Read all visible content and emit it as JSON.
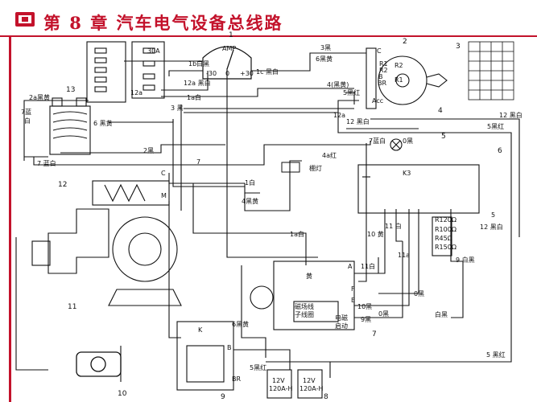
{
  "header": {
    "title": "第 8 章   汽车电气设备总线路",
    "accent_color": "#c3122b",
    "icon": "book-chapter-icon"
  },
  "diagram": {
    "component_numbers": [
      {
        "id": "n1",
        "text": "1"
      },
      {
        "id": "n2",
        "text": "2"
      },
      {
        "id": "n3",
        "text": "3"
      },
      {
        "id": "n4",
        "text": "4"
      },
      {
        "id": "n5",
        "text": "5"
      },
      {
        "id": "n6",
        "text": "6"
      },
      {
        "id": "n7",
        "text": "7"
      },
      {
        "id": "n8",
        "text": "8"
      },
      {
        "id": "n9",
        "text": "9"
      },
      {
        "id": "n10",
        "text": "10"
      },
      {
        "id": "n11",
        "text": "11"
      },
      {
        "id": "n12",
        "text": "12"
      },
      {
        "id": "n13",
        "text": "13"
      }
    ],
    "labels": [
      {
        "id": "amp",
        "text": "AMP"
      },
      {
        "id": "m30",
        "text": "-30"
      },
      {
        "id": "zero",
        "text": "0"
      },
      {
        "id": "p30",
        "text": "+30"
      },
      {
        "id": "w1b",
        "text": "1b白黑"
      },
      {
        "id": "w1c",
        "text": "1c 黑白"
      },
      {
        "id": "w3b",
        "text": "3黑"
      },
      {
        "id": "w6by",
        "text": "6黑黄"
      },
      {
        "id": "w4by",
        "text": "4(黑黄)"
      },
      {
        "id": "w5br",
        "text": "5黑红"
      },
      {
        "id": "w12a",
        "text": "12a 黑白"
      },
      {
        "id": "w12a2",
        "text": "12a"
      },
      {
        "id": "w1a",
        "text": "1a白"
      },
      {
        "id": "w3b2",
        "text": "3 黑"
      },
      {
        "id": "w2ab",
        "text": "2a黑黄"
      },
      {
        "id": "w7lb",
        "text": "7蓝"
      },
      {
        "id": "wbai",
        "text": "白"
      },
      {
        "id": "w6by2",
        "text": "6 黑黄"
      },
      {
        "id": "w7lb2",
        "text": "7 蓝白"
      },
      {
        "id": "w2b",
        "text": "2黑"
      },
      {
        "id": "w7",
        "text": "7"
      },
      {
        "id": "w12bw",
        "text": "12 黑白"
      },
      {
        "id": "w12bw2",
        "text": "12 黑白"
      },
      {
        "id": "w5br2",
        "text": "5黑红"
      },
      {
        "id": "w7lw",
        "text": "7蓝白"
      },
      {
        "id": "w0b",
        "text": "0黑"
      },
      {
        "id": "w4ar",
        "text": "4a红"
      },
      {
        "id": "shed",
        "text": "棚灯"
      },
      {
        "id": "w1w",
        "text": "1白"
      },
      {
        "id": "w4by2",
        "text": "4黑黄"
      },
      {
        "id": "w1aw",
        "text": "1a白"
      },
      {
        "id": "k3",
        "text": "K3"
      },
      {
        "id": "w10y",
        "text": "10 黄"
      },
      {
        "id": "w11w",
        "text": "11 白"
      },
      {
        "id": "w11w2",
        "text": "11白"
      },
      {
        "id": "w11a",
        "text": "11a"
      },
      {
        "id": "w0b2",
        "text": "0黑"
      },
      {
        "id": "w9wb",
        "text": "9 白黑"
      },
      {
        "id": "w12bw3",
        "text": "12 黑白"
      },
      {
        "id": "w5",
        "text": "5"
      },
      {
        "id": "huang",
        "text": "黄"
      },
      {
        "id": "lci1",
        "text": "磁场线"
      },
      {
        "id": "lci2",
        "text": "子线圈"
      },
      {
        "id": "w10b",
        "text": "10黑"
      },
      {
        "id": "w9b",
        "text": "9黑"
      },
      {
        "id": "w0b3",
        "text": "0黑"
      },
      {
        "id": "baihei",
        "text": "白黑"
      },
      {
        "id": "w5br3",
        "text": "5黑红"
      },
      {
        "id": "w5br4",
        "text": "5 黑红"
      },
      {
        "id": "w6by3",
        "text": "6黑黄"
      },
      {
        "id": "bat1",
        "text": "12V"
      },
      {
        "id": "bat1b",
        "text": "120A-H"
      },
      {
        "id": "bat2",
        "text": "12V"
      },
      {
        "id": "bat2b",
        "text": "120A-H"
      },
      {
        "id": "tA",
        "text": "A"
      },
      {
        "id": "tF",
        "text": "F"
      },
      {
        "id": "tE",
        "text": "E"
      },
      {
        "id": "tB",
        "text": "B"
      },
      {
        "id": "tK",
        "text": "K"
      },
      {
        "id": "tBR",
        "text": "BR"
      },
      {
        "id": "tC",
        "text": "C"
      },
      {
        "id": "tM",
        "text": "M"
      },
      {
        "id": "tC2",
        "text": "C"
      },
      {
        "id": "tR1",
        "text": "R1"
      },
      {
        "id": "tR2",
        "text": "R2"
      },
      {
        "id": "tB2",
        "text": "B"
      },
      {
        "id": "tBR2",
        "text": "BR"
      },
      {
        "id": "tAcc",
        "text": "Acc"
      },
      {
        "id": "tR2b",
        "text": "R2"
      },
      {
        "id": "tR1b",
        "text": "R1"
      },
      {
        "id": "t30a",
        "text": "30A"
      },
      {
        "id": "t12a",
        "text": "12a"
      },
      {
        "id": "r120",
        "text": "R120Ω"
      },
      {
        "id": "r100",
        "text": "R100Ω"
      },
      {
        "id": "r45",
        "text": "R45Ω"
      },
      {
        "id": "r150",
        "text": "R150Ω"
      },
      {
        "id": "dianci",
        "text": "电磁"
      },
      {
        "id": "qidong",
        "text": "启动"
      }
    ]
  }
}
